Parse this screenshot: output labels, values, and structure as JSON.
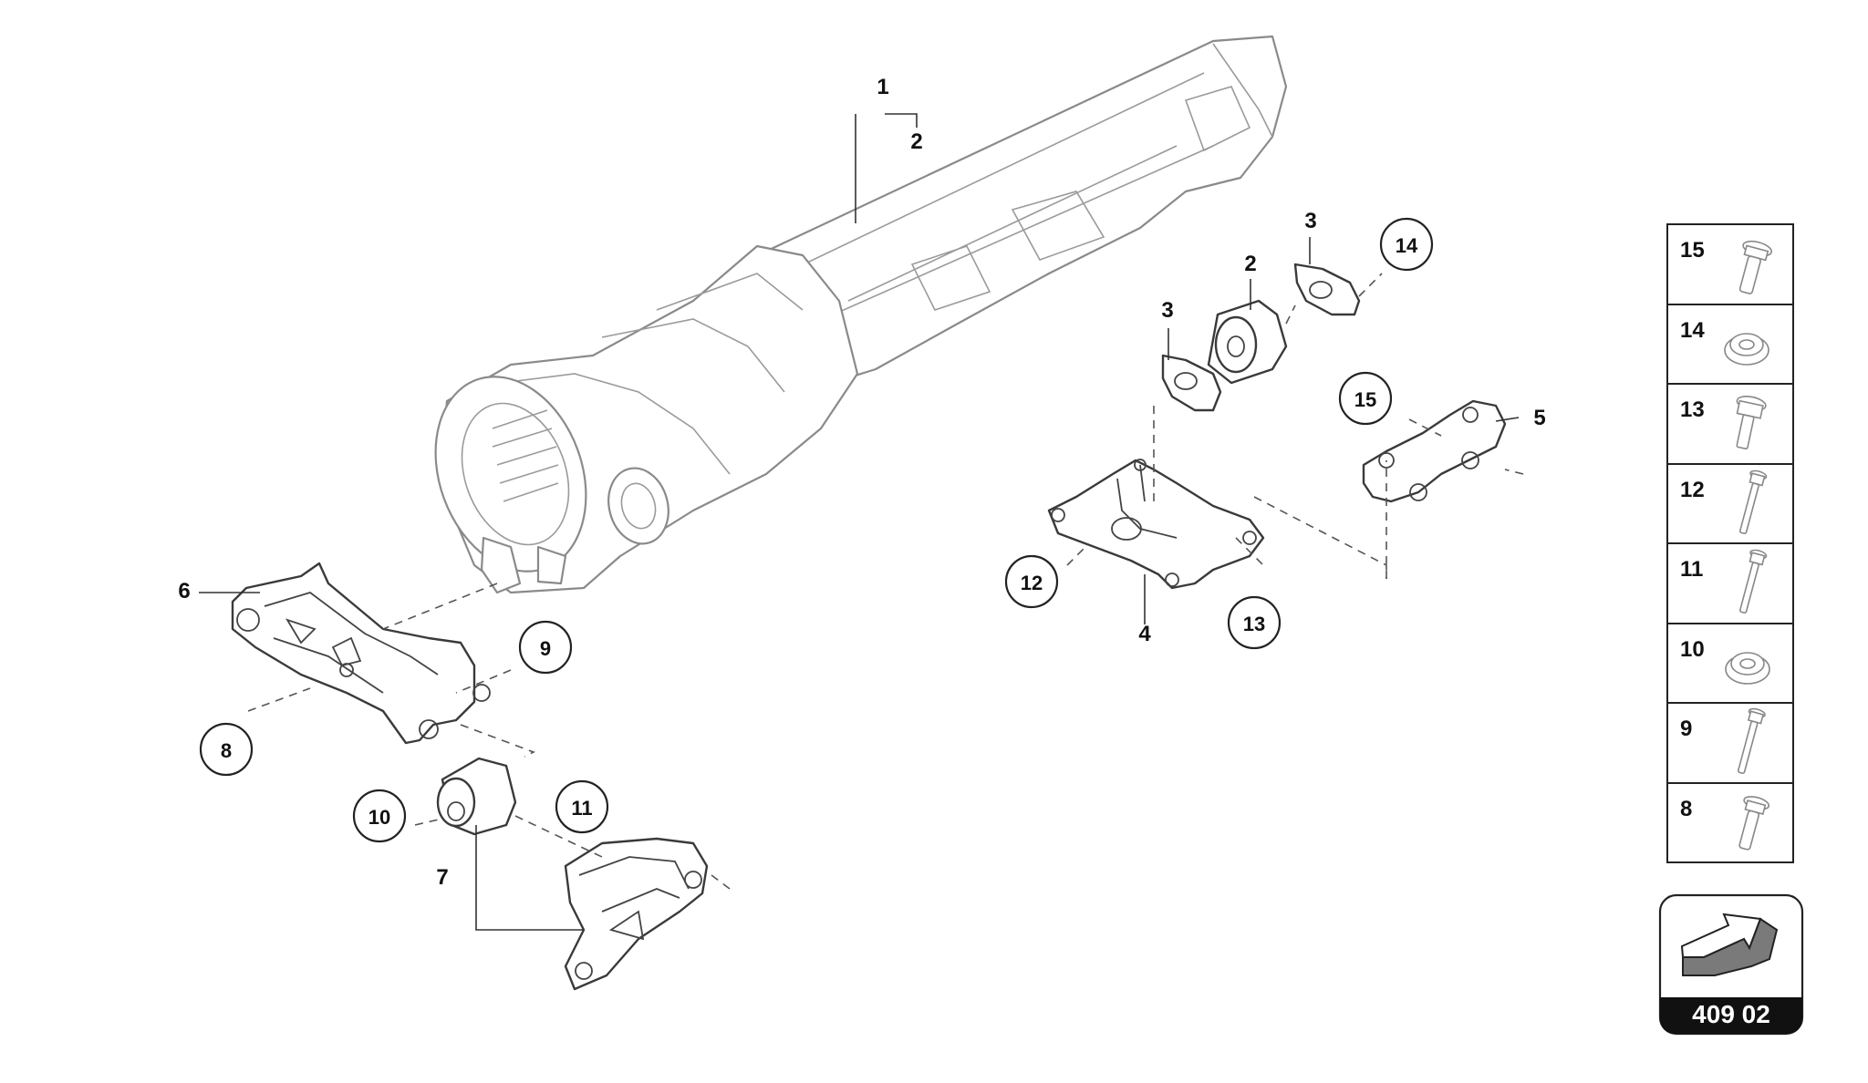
{
  "diagram": {
    "labels": {
      "l1": "1",
      "l2": "2",
      "l2b": "2",
      "l3a": "3",
      "l3b": "3",
      "l4": "4",
      "l5": "5",
      "l6": "6",
      "l7": "7"
    },
    "callouts": {
      "c8": "8",
      "c9": "9",
      "c10": "10",
      "c11": "11",
      "c12": "12",
      "c13": "13",
      "c14": "14",
      "c15": "15"
    },
    "legend": [
      "15",
      "14",
      "13",
      "12",
      "11",
      "10",
      "9",
      "8"
    ],
    "badge": {
      "code": "409 02"
    }
  }
}
